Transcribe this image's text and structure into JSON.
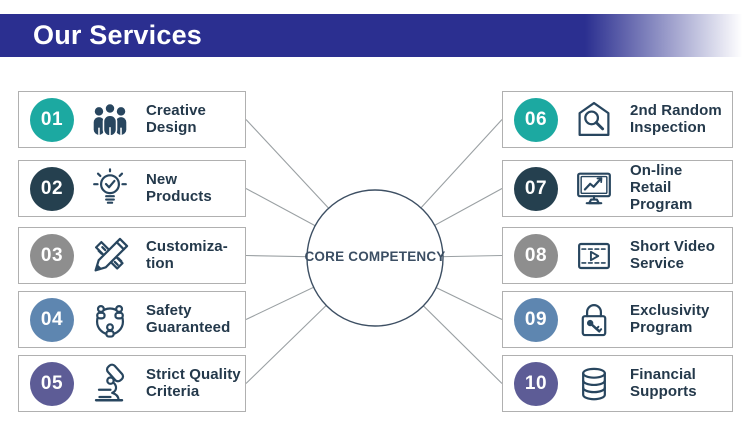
{
  "header": {
    "title": "Our Services"
  },
  "center": {
    "label": "CORE COMPETENCY"
  },
  "colors": {
    "banner_blue": "#2b2f90",
    "teal": "#1ca9a1",
    "dark_navy": "#25404f",
    "gray": "#8e8e8e",
    "steel_blue": "#5e86b0",
    "purple": "#5d5c96",
    "label_text": "#24394b",
    "icon_stroke": "#28465f",
    "connector_line": "#9aa0a3",
    "box_border": "#b0b0b0"
  },
  "items": [
    {
      "number": "01",
      "label_line1": "Creative",
      "label_line2": "Design",
      "icon": "people-group-icon",
      "badge_color": "#1ca9a1"
    },
    {
      "number": "02",
      "label_line1": "New",
      "label_line2": "Products",
      "icon": "lightbulb-check-icon",
      "badge_color": "#25404f"
    },
    {
      "number": "03",
      "label_line1": "Customiza-",
      "label_line2": "tion",
      "icon": "pencil-ruler-icon",
      "badge_color": "#8e8e8e"
    },
    {
      "number": "04",
      "label_line1": "Safety",
      "label_line2": "Guaranteed",
      "icon": "people-network-icon",
      "badge_color": "#5e86b0"
    },
    {
      "number": "05",
      "label_line1": "Strict Quality",
      "label_line2": "Criteria",
      "icon": "microscope-icon",
      "badge_color": "#5d5c96"
    },
    {
      "number": "06",
      "label_line1": "2nd Random",
      "label_line2": "Inspection",
      "icon": "house-search-icon",
      "badge_color": "#1ca9a1"
    },
    {
      "number": "07",
      "label_line1": "On-line Retail",
      "label_line2": "Program",
      "icon": "monitor-chart-icon",
      "badge_color": "#25404f"
    },
    {
      "number": "08",
      "label_line1": "Short Video",
      "label_line2": "Service",
      "icon": "video-player-icon",
      "badge_color": "#8e8e8e"
    },
    {
      "number": "09",
      "label_line1": "Exclusivity",
      "label_line2": "Program",
      "icon": "lock-key-icon",
      "badge_color": "#5e86b0"
    },
    {
      "number": "10",
      "label_line1": "Financial",
      "label_line2": "Supports",
      "icon": "coins-stack-icon",
      "badge_color": "#5d5c96"
    }
  ]
}
